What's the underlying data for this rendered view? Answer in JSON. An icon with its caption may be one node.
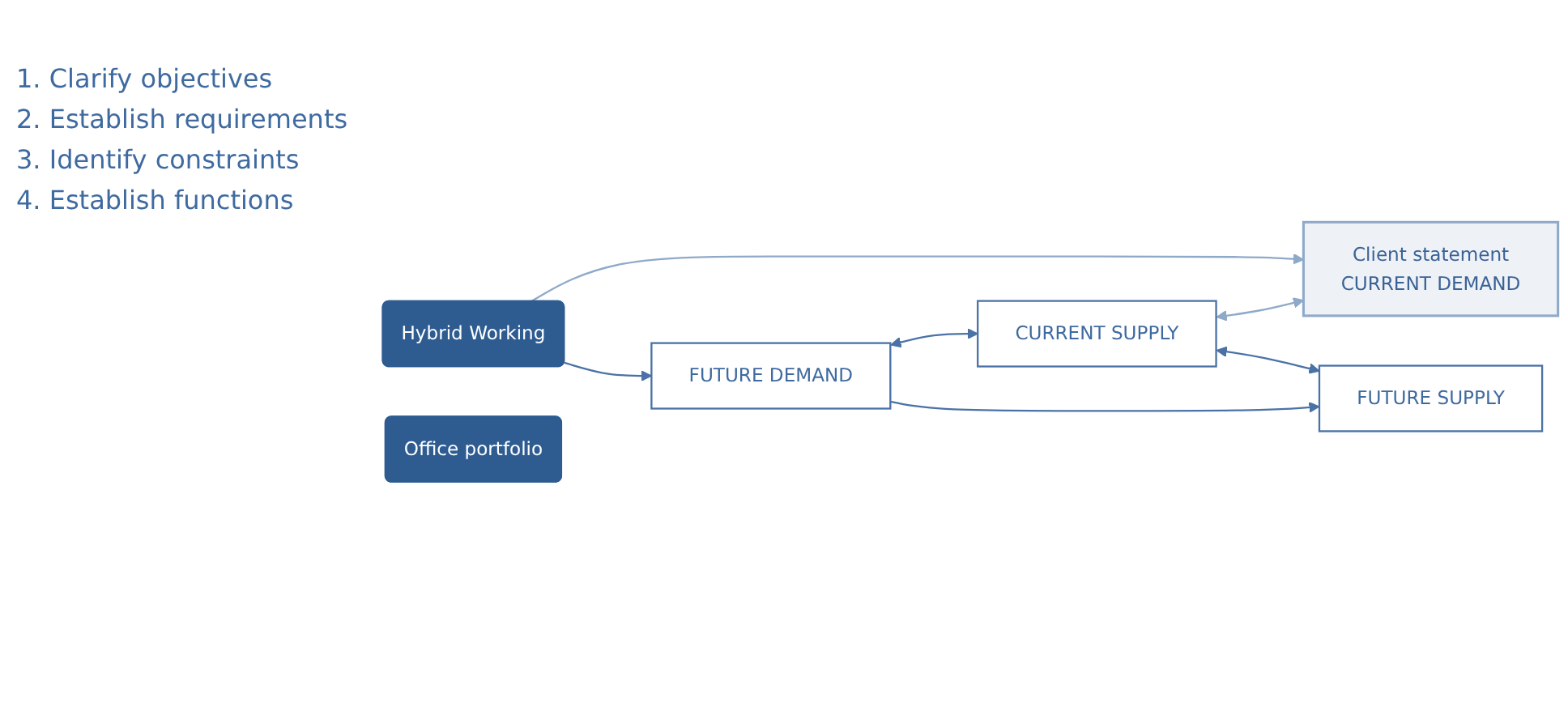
{
  "diagram": {
    "nodes": [
      {
        "text": [
          "Client statement",
          "CURRENT DEMAND"
        ]
      },
      {
        "text": [
          "Hybrid Working"
        ]
      },
      {
        "text": [
          "FUTURE DEMAND"
        ]
      },
      {
        "text": [
          "CURRENT SUPPLY"
        ]
      },
      {
        "text": [
          "FUTURE SUPPLY"
        ]
      },
      {
        "text": [
          "Office portfolio"
        ]
      }
    ],
    "edges": [
      {
        "from": 1,
        "to": 0,
        "arrow": "to",
        "color": "#8fa9c9"
      },
      {
        "from": 1,
        "to": 2,
        "arrow": "to"
      },
      {
        "from": 3,
        "to": 0,
        "arrow": "both",
        "color": "#8fa9c9"
      },
      {
        "from": 2,
        "to": 3,
        "arrow": "both"
      },
      {
        "from": 2,
        "to": 4,
        "arrow": "to"
      },
      {
        "from": 3,
        "to": 4,
        "arrow": "both"
      }
    ],
    "labels": [
      "1. Clarify objectives",
      "2. Establish requirements",
      "3. Identify constraints",
      "4. Establish functions"
    ]
  }
}
